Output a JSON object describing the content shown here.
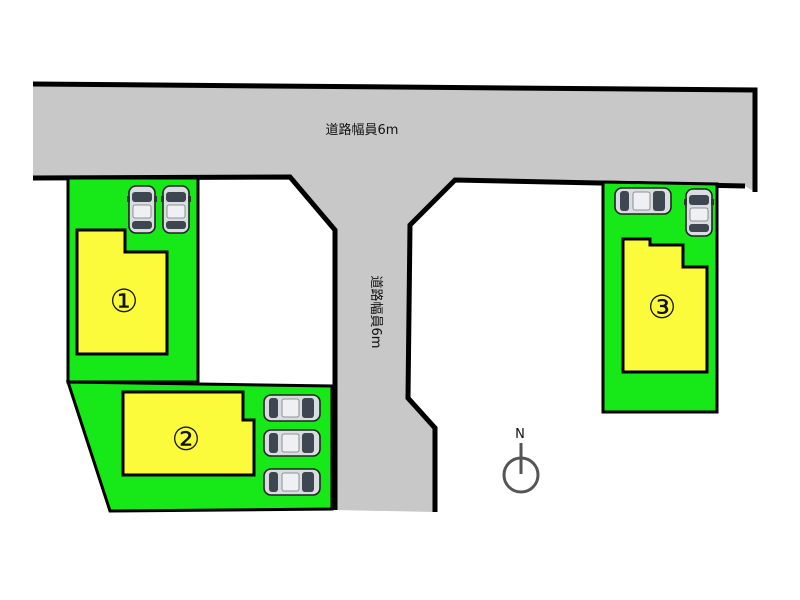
{
  "roads": {
    "main": {
      "label": "道路幅員6m"
    },
    "branch": {
      "label": "道路幅員6m"
    }
  },
  "lots": [
    {
      "number": "①",
      "parking_spaces": 2
    },
    {
      "number": "②",
      "parking_spaces": 3
    },
    {
      "number": "③",
      "parking_spaces": 2
    }
  ],
  "compass": {
    "label": "N",
    "icon": "north-arrow-icon"
  },
  "colors": {
    "road": "#c8c8c8",
    "lot": "#17e817",
    "building": "#fbfb3c",
    "outline": "#000000",
    "car_body": "#d9dde2",
    "car_window": "#3e4652"
  }
}
